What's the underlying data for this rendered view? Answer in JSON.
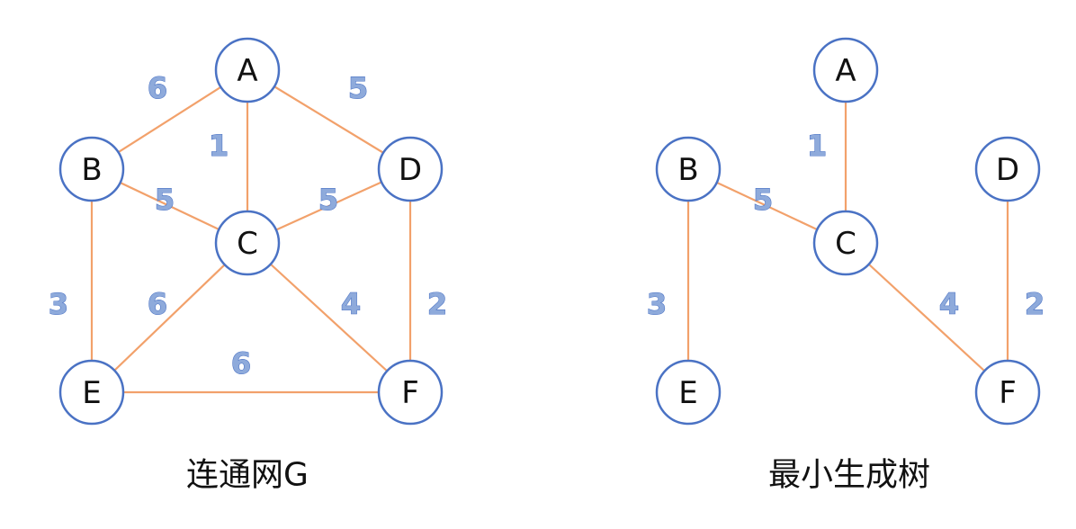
{
  "graphs": [
    {
      "caption": "连通网G",
      "nodes": [
        {
          "id": "A",
          "label": "A"
        },
        {
          "id": "B",
          "label": "B"
        },
        {
          "id": "C",
          "label": "C"
        },
        {
          "id": "D",
          "label": "D"
        },
        {
          "id": "E",
          "label": "E"
        },
        {
          "id": "F",
          "label": "F"
        }
      ],
      "edges": [
        {
          "from": "A",
          "to": "B",
          "weight": "6"
        },
        {
          "from": "A",
          "to": "D",
          "weight": "5"
        },
        {
          "from": "A",
          "to": "C",
          "weight": "1"
        },
        {
          "from": "B",
          "to": "C",
          "weight": "5"
        },
        {
          "from": "C",
          "to": "D",
          "weight": "5"
        },
        {
          "from": "B",
          "to": "E",
          "weight": "3"
        },
        {
          "from": "C",
          "to": "E",
          "weight": "6"
        },
        {
          "from": "C",
          "to": "F",
          "weight": "4"
        },
        {
          "from": "D",
          "to": "F",
          "weight": "2"
        },
        {
          "from": "E",
          "to": "F",
          "weight": "6"
        }
      ]
    },
    {
      "caption": "最小生成树",
      "nodes": [
        {
          "id": "A",
          "label": "A"
        },
        {
          "id": "B",
          "label": "B"
        },
        {
          "id": "C",
          "label": "C"
        },
        {
          "id": "D",
          "label": "D"
        },
        {
          "id": "E",
          "label": "E"
        },
        {
          "id": "F",
          "label": "F"
        }
      ],
      "edges": [
        {
          "from": "A",
          "to": "C",
          "weight": "1"
        },
        {
          "from": "B",
          "to": "C",
          "weight": "5"
        },
        {
          "from": "B",
          "to": "E",
          "weight": "3"
        },
        {
          "from": "C",
          "to": "F",
          "weight": "4"
        },
        {
          "from": "D",
          "to": "F",
          "weight": "2"
        }
      ]
    }
  ],
  "colors": {
    "edge": "#f2a16b",
    "node_border": "#4a72c4",
    "weight_fill": "#8eaadb",
    "weight_outline": "#4a72c4"
  }
}
